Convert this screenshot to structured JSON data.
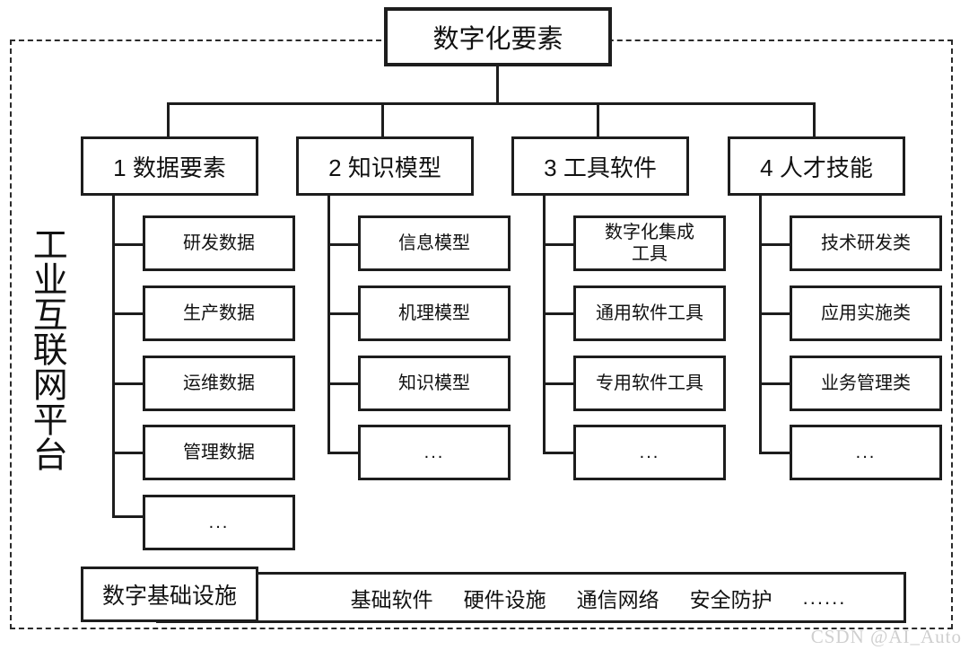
{
  "diagram": {
    "platform_label": "工业互联网平台",
    "root": {
      "label": "数字化要素"
    },
    "categories": [
      {
        "label": "1 数据要素",
        "children": [
          {
            "label": "研发数据"
          },
          {
            "label": "生产数据"
          },
          {
            "label": "运维数据"
          },
          {
            "label": "管理数据"
          },
          {
            "label": "..."
          }
        ]
      },
      {
        "label": "2 知识模型",
        "children": [
          {
            "label": "信息模型"
          },
          {
            "label": "机理模型"
          },
          {
            "label": "知识模型"
          },
          {
            "label": "..."
          }
        ]
      },
      {
        "label": "3 工具软件",
        "children": [
          {
            "label": "数字化集成\n工具"
          },
          {
            "label": "通用软件工具"
          },
          {
            "label": "专用软件工具"
          },
          {
            "label": "..."
          }
        ]
      },
      {
        "label": "4 人才技能",
        "children": [
          {
            "label": "技术研发类"
          },
          {
            "label": "应用实施类"
          },
          {
            "label": "业务管理类"
          },
          {
            "label": "..."
          }
        ]
      }
    ],
    "infrastructure": {
      "label": "数字基础设施",
      "items": [
        "基础软件",
        "硬件设施",
        "通信网络",
        "安全防护",
        "......"
      ]
    }
  },
  "watermark": {
    "text": "CSDN @AI_Auto"
  },
  "colors": {
    "stroke": "#1d1d1d",
    "background": "#ffffff",
    "text": "#111111",
    "watermark": "#cfcfcf"
  }
}
